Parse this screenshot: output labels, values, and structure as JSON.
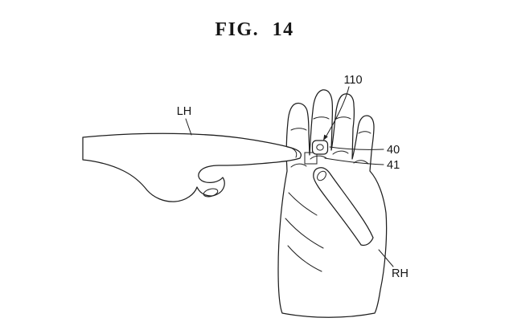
{
  "figure": {
    "title": "FIG. 14",
    "labels": {
      "left_hand": "LH",
      "ref_110": "110",
      "ref_40": "40",
      "ref_41": "41",
      "right_hand": "RH"
    }
  },
  "colors": {
    "ink": "#1f1f1f",
    "background": "#ffffff"
  }
}
